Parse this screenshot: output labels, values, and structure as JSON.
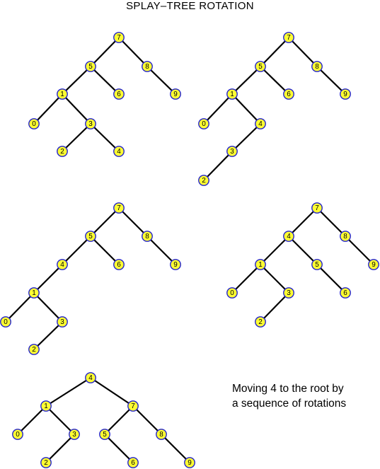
{
  "title": "SPLAY–TREE ROTATION",
  "caption": {
    "line1": "Moving 4 to the root by",
    "line2": "a sequence of rotations"
  },
  "colors": {
    "node_fill": "#ffff33",
    "node_stroke": "#2222cc",
    "edge": "#000000"
  },
  "trees": [
    {
      "name": "step-1",
      "root": {
        "key": "7",
        "left": {
          "key": "5",
          "left": {
            "key": "1",
            "left": {
              "key": "0"
            },
            "right": {
              "key": "3",
              "left": {
                "key": "2"
              },
              "right": {
                "key": "4"
              }
            }
          },
          "right": {
            "key": "6"
          }
        },
        "right": {
          "key": "8",
          "right": {
            "key": "9"
          }
        }
      }
    },
    {
      "name": "step-2",
      "root": {
        "key": "7",
        "left": {
          "key": "5",
          "left": {
            "key": "1",
            "left": {
              "key": "0"
            },
            "right": {
              "key": "4",
              "left": {
                "key": "3",
                "left": {
                  "key": "2"
                }
              }
            }
          },
          "right": {
            "key": "6"
          }
        },
        "right": {
          "key": "8",
          "right": {
            "key": "9"
          }
        }
      }
    },
    {
      "name": "step-3",
      "root": {
        "key": "7",
        "left": {
          "key": "5",
          "left": {
            "key": "4",
            "left": {
              "key": "1",
              "left": {
                "key": "0"
              },
              "right": {
                "key": "3",
                "left": {
                  "key": "2"
                }
              }
            }
          },
          "right": {
            "key": "6"
          }
        },
        "right": {
          "key": "8",
          "right": {
            "key": "9"
          }
        }
      }
    },
    {
      "name": "step-4",
      "root": {
        "key": "7",
        "left": {
          "key": "4",
          "left": {
            "key": "1",
            "left": {
              "key": "0"
            },
            "right": {
              "key": "3",
              "left": {
                "key": "2"
              }
            }
          },
          "right": {
            "key": "5",
            "right": {
              "key": "6"
            }
          }
        },
        "right": {
          "key": "8",
          "right": {
            "key": "9"
          }
        }
      }
    },
    {
      "name": "step-5",
      "root": {
        "key": "4",
        "left": {
          "key": "1",
          "left": {
            "key": "0"
          },
          "right": {
            "key": "3",
            "left": {
              "key": "2"
            }
          }
        },
        "right": {
          "key": "7",
          "left": {
            "key": "5",
            "right": {
              "key": "6"
            }
          },
          "right": {
            "key": "8",
            "right": {
              "key": "9"
            }
          }
        }
      }
    }
  ]
}
